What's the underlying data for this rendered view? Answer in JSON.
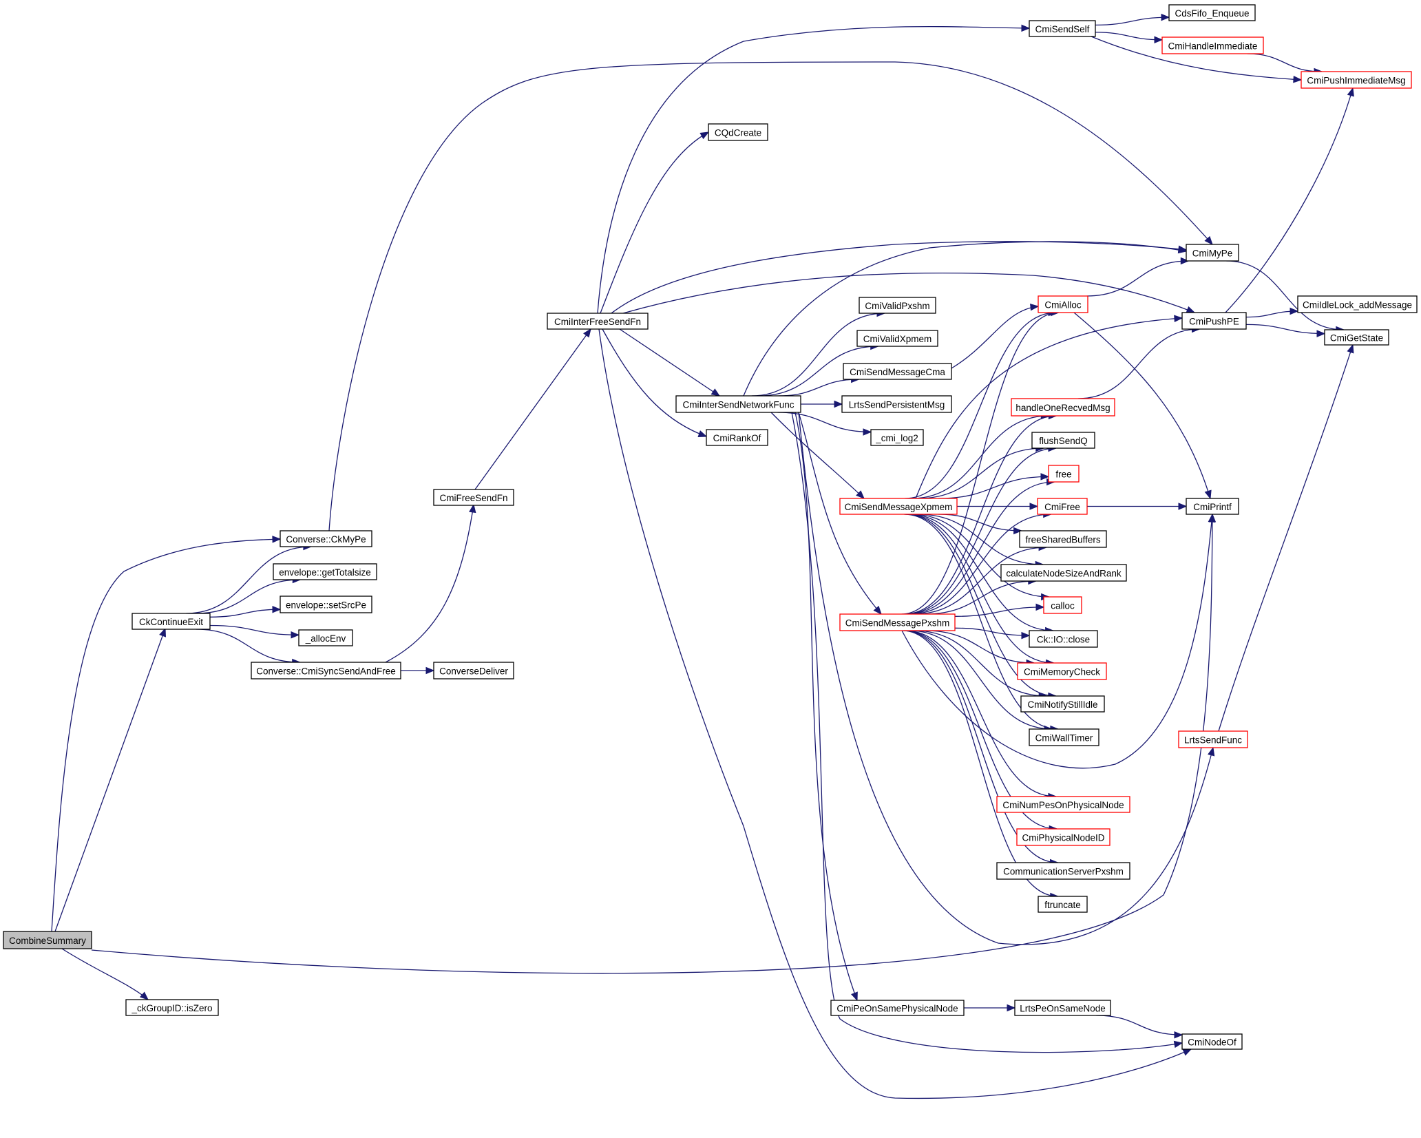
{
  "diagram": {
    "type": "call-graph",
    "colors": {
      "edge": "#191970",
      "node_border": "#000000",
      "node_border_external": "#ff0000",
      "root_fill": "#bfbfbf"
    },
    "nodes": [
      {
        "id": "CombineSummary",
        "label": "CombineSummary",
        "style": "root"
      },
      {
        "id": "ckGroupID_isZero",
        "label": "_ckGroupID::isZero",
        "style": "normal"
      },
      {
        "id": "CkContinueExit",
        "label": "CkContinueExit",
        "style": "normal"
      },
      {
        "id": "Converse_CkMyPe",
        "label": "Converse::CkMyPe",
        "style": "normal"
      },
      {
        "id": "envelope_getTotalsize",
        "label": "envelope::getTotalsize",
        "style": "normal"
      },
      {
        "id": "envelope_setSrcPe",
        "label": "envelope::setSrcPe",
        "style": "normal"
      },
      {
        "id": "allocEnv",
        "label": "_allocEnv",
        "style": "normal"
      },
      {
        "id": "Converse_CmiSyncSendAndFree",
        "label": "Converse::CmiSyncSendAndFree",
        "style": "normal"
      },
      {
        "id": "ConverseDeliver",
        "label": "ConverseDeliver",
        "style": "normal"
      },
      {
        "id": "CmiFreeSendFn",
        "label": "CmiFreeSendFn",
        "style": "normal"
      },
      {
        "id": "CmiInterFreeSendFn",
        "label": "CmiInterFreeSendFn",
        "style": "normal"
      },
      {
        "id": "CQdCreate",
        "label": "CQdCreate",
        "style": "normal"
      },
      {
        "id": "CmiSendSelf",
        "label": "CmiSendSelf",
        "style": "normal"
      },
      {
        "id": "CdsFifo_Enqueue",
        "label": "CdsFifo_Enqueue",
        "style": "normal"
      },
      {
        "id": "CmiHandleImmediate",
        "label": "CmiHandleImmediate",
        "style": "external"
      },
      {
        "id": "CmiPushImmediateMsg",
        "label": "CmiPushImmediateMsg",
        "style": "external"
      },
      {
        "id": "CmiMyPe",
        "label": "CmiMyPe",
        "style": "normal"
      },
      {
        "id": "CmiValidPxshm",
        "label": "CmiValidPxshm",
        "style": "normal"
      },
      {
        "id": "CmiValidXpmem",
        "label": "CmiValidXpmem",
        "style": "normal"
      },
      {
        "id": "CmiSendMessageCma",
        "label": "CmiSendMessageCma",
        "style": "normal"
      },
      {
        "id": "CmiInterSendNetworkFunc",
        "label": "CmiInterSendNetworkFunc",
        "style": "normal"
      },
      {
        "id": "LrtsSendPersistentMsg",
        "label": "LrtsSendPersistentMsg",
        "style": "normal"
      },
      {
        "id": "cmi_log2",
        "label": "_cmi_log2",
        "style": "normal"
      },
      {
        "id": "CmiRankOf",
        "label": "CmiRankOf",
        "style": "normal"
      },
      {
        "id": "CmiAlloc",
        "label": "CmiAlloc",
        "style": "external"
      },
      {
        "id": "CmiPushPE",
        "label": "CmiPushPE",
        "style": "normal"
      },
      {
        "id": "CmiIdleLock_addMessage",
        "label": "CmiIdleLock_addMessage",
        "style": "normal"
      },
      {
        "id": "CmiGetState",
        "label": "CmiGetState",
        "style": "normal"
      },
      {
        "id": "handleOneRecvedMsg",
        "label": "handleOneRecvedMsg",
        "style": "external"
      },
      {
        "id": "flushSendQ",
        "label": "flushSendQ",
        "style": "normal"
      },
      {
        "id": "free",
        "label": "free",
        "style": "external"
      },
      {
        "id": "CmiSendMessageXpmem",
        "label": "CmiSendMessageXpmem",
        "style": "external"
      },
      {
        "id": "CmiFree",
        "label": "CmiFree",
        "style": "external"
      },
      {
        "id": "CmiPrintf",
        "label": "CmiPrintf",
        "style": "normal"
      },
      {
        "id": "freeSharedBuffers",
        "label": "freeSharedBuffers",
        "style": "normal"
      },
      {
        "id": "calculateNodeSizeAndRank",
        "label": "calculateNodeSizeAndRank",
        "style": "normal"
      },
      {
        "id": "calloc",
        "label": "calloc",
        "style": "external"
      },
      {
        "id": "CmiSendMessagePxshm",
        "label": "CmiSendMessagePxshm",
        "style": "external"
      },
      {
        "id": "Ck_IO_close",
        "label": "Ck::IO::close",
        "style": "normal"
      },
      {
        "id": "CmiMemoryCheck",
        "label": "CmiMemoryCheck",
        "style": "external"
      },
      {
        "id": "CmiNotifyStillIdle",
        "label": "CmiNotifyStillIdle",
        "style": "normal"
      },
      {
        "id": "CmiWallTimer",
        "label": "CmiWallTimer",
        "style": "normal"
      },
      {
        "id": "LrtsSendFunc",
        "label": "LrtsSendFunc",
        "style": "external"
      },
      {
        "id": "CmiNumPesOnPhysicalNode",
        "label": "CmiNumPesOnPhysicalNode",
        "style": "external"
      },
      {
        "id": "CmiPhysicalNodeID",
        "label": "CmiPhysicalNodeID",
        "style": "external"
      },
      {
        "id": "CommunicationServerPxshm",
        "label": "CommunicationServerPxshm",
        "style": "normal"
      },
      {
        "id": "ftruncate",
        "label": "ftruncate",
        "style": "normal"
      },
      {
        "id": "CmiPeOnSamePhysicalNode",
        "label": "CmiPeOnSamePhysicalNode",
        "style": "normal"
      },
      {
        "id": "LrtsPeOnSameNode",
        "label": "LrtsPeOnSameNode",
        "style": "normal"
      },
      {
        "id": "CmiNodeOf",
        "label": "CmiNodeOf",
        "style": "normal"
      }
    ],
    "edges": [
      [
        "CombineSummary",
        "ckGroupID_isZero"
      ],
      [
        "CombineSummary",
        "CkContinueExit"
      ],
      [
        "CombineSummary",
        "Converse_CkMyPe"
      ],
      [
        "CombineSummary",
        "CmiPrintf"
      ],
      [
        "CkContinueExit",
        "Converse_CkMyPe"
      ],
      [
        "CkContinueExit",
        "envelope_getTotalsize"
      ],
      [
        "CkContinueExit",
        "envelope_setSrcPe"
      ],
      [
        "CkContinueExit",
        "allocEnv"
      ],
      [
        "CkContinueExit",
        "Converse_CmiSyncSendAndFree"
      ],
      [
        "Converse_CmiSyncSendAndFree",
        "ConverseDeliver"
      ],
      [
        "Converse_CmiSyncSendAndFree",
        "CmiFreeSendFn"
      ],
      [
        "Converse_CkMyPe",
        "CmiMyPe"
      ],
      [
        "CmiFreeSendFn",
        "CmiInterFreeSendFn"
      ],
      [
        "CmiInterFreeSendFn",
        "CmiSendSelf"
      ],
      [
        "CmiInterFreeSendFn",
        "CQdCreate"
      ],
      [
        "CmiInterFreeSendFn",
        "CmiMyPe"
      ],
      [
        "CmiInterFreeSendFn",
        "CmiPushPE"
      ],
      [
        "CmiInterFreeSendFn",
        "CmiInterSendNetworkFunc"
      ],
      [
        "CmiInterFreeSendFn",
        "CmiRankOf"
      ],
      [
        "CmiInterFreeSendFn",
        "CmiNodeOf"
      ],
      [
        "CmiSendSelf",
        "CdsFifo_Enqueue"
      ],
      [
        "CmiSendSelf",
        "CmiHandleImmediate"
      ],
      [
        "CmiSendSelf",
        "CmiPushImmediateMsg"
      ],
      [
        "CmiHandleImmediate",
        "CmiPushImmediateMsg"
      ],
      [
        "CmiInterSendNetworkFunc",
        "CmiMyPe"
      ],
      [
        "CmiInterSendNetworkFunc",
        "CmiValidPxshm"
      ],
      [
        "CmiInterSendNetworkFunc",
        "CmiValidXpmem"
      ],
      [
        "CmiInterSendNetworkFunc",
        "CmiSendMessageCma"
      ],
      [
        "CmiInterSendNetworkFunc",
        "LrtsSendPersistentMsg"
      ],
      [
        "CmiInterSendNetworkFunc",
        "cmi_log2"
      ],
      [
        "CmiInterSendNetworkFunc",
        "CmiSendMessageXpmem"
      ],
      [
        "CmiInterSendNetworkFunc",
        "CmiSendMessagePxshm"
      ],
      [
        "CmiInterSendNetworkFunc",
        "CmiPeOnSamePhysicalNode"
      ],
      [
        "CmiInterSendNetworkFunc",
        "CmiNodeOf"
      ],
      [
        "CmiInterSendNetworkFunc",
        "LrtsSendFunc"
      ],
      [
        "CmiSendMessageCma",
        "CmiAlloc"
      ],
      [
        "CmiAlloc",
        "CmiMyPe"
      ],
      [
        "CmiAlloc",
        "CmiPrintf"
      ],
      [
        "CmiMyPe",
        "CmiGetState"
      ],
      [
        "CmiPushPE",
        "CmiIdleLock_addMessage"
      ],
      [
        "CmiPushPE",
        "CmiGetState"
      ],
      [
        "CmiPushPE",
        "CmiPushImmediateMsg"
      ],
      [
        "handleOneRecvedMsg",
        "CmiPushPE"
      ],
      [
        "CmiSendMessageXpmem",
        "CmiAlloc"
      ],
      [
        "CmiSendMessageXpmem",
        "CmiPushPE"
      ],
      [
        "CmiSendMessageXpmem",
        "handleOneRecvedMsg"
      ],
      [
        "CmiSendMessageXpmem",
        "flushSendQ"
      ],
      [
        "CmiSendMessageXpmem",
        "free"
      ],
      [
        "CmiSendMessageXpmem",
        "CmiFree"
      ],
      [
        "CmiSendMessageXpmem",
        "freeSharedBuffers"
      ],
      [
        "CmiSendMessageXpmem",
        "calculateNodeSizeAndRank"
      ],
      [
        "CmiSendMessageXpmem",
        "calloc"
      ],
      [
        "CmiSendMessageXpmem",
        "Ck_IO_close"
      ],
      [
        "CmiSendMessageXpmem",
        "CmiMemoryCheck"
      ],
      [
        "CmiSendMessageXpmem",
        "CmiNotifyStillIdle"
      ],
      [
        "CmiSendMessageXpmem",
        "CmiWallTimer"
      ],
      [
        "CmiSendMessagePxshm",
        "CmiAlloc"
      ],
      [
        "CmiSendMessagePxshm",
        "handleOneRecvedMsg"
      ],
      [
        "CmiSendMessagePxshm",
        "flushSendQ"
      ],
      [
        "CmiSendMessagePxshm",
        "free"
      ],
      [
        "CmiSendMessagePxshm",
        "CmiFree"
      ],
      [
        "CmiSendMessagePxshm",
        "freeSharedBuffers"
      ],
      [
        "CmiSendMessagePxshm",
        "calculateNodeSizeAndRank"
      ],
      [
        "CmiSendMessagePxshm",
        "calloc"
      ],
      [
        "CmiSendMessagePxshm",
        "Ck_IO_close"
      ],
      [
        "CmiSendMessagePxshm",
        "CmiMemoryCheck"
      ],
      [
        "CmiSendMessagePxshm",
        "CmiNotifyStillIdle"
      ],
      [
        "CmiSendMessagePxshm",
        "CmiWallTimer"
      ],
      [
        "CmiSendMessagePxshm",
        "CmiPrintf"
      ],
      [
        "CmiSendMessagePxshm",
        "CmiNumPesOnPhysicalNode"
      ],
      [
        "CmiSendMessagePxshm",
        "CmiPhysicalNodeID"
      ],
      [
        "CmiSendMessagePxshm",
        "CommunicationServerPxshm"
      ],
      [
        "CmiSendMessagePxshm",
        "ftruncate"
      ],
      [
        "CmiFree",
        "CmiPrintf"
      ],
      [
        "LrtsSendFunc",
        "CmiGetState"
      ],
      [
        "CmiPeOnSamePhysicalNode",
        "LrtsPeOnSameNode"
      ],
      [
        "LrtsPeOnSameNode",
        "CmiNodeOf"
      ]
    ]
  }
}
